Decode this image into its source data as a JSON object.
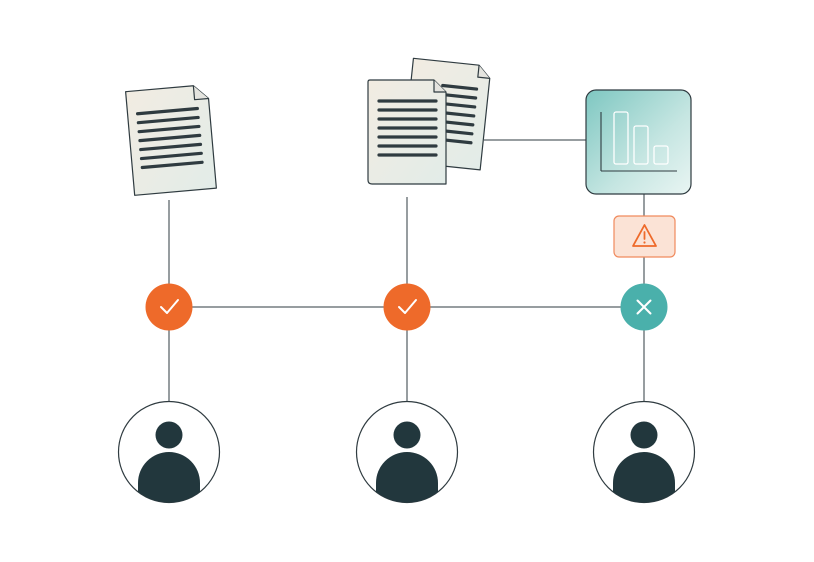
{
  "colors": {
    "line": "#2f3b40",
    "dark": "#22373d",
    "orange": "#ee6a2a",
    "teal": "#4ab0ab",
    "warning_fill": "#fbe3d6",
    "warning_stroke": "#f08a5d",
    "doc_fill": "#e8ece6",
    "chart_fill": "#8fcfc9"
  },
  "columns": [
    {
      "artifact": "single-document-icon",
      "status": "approved",
      "status_icon": "checkmark-icon",
      "status_color": "#ee6a2a",
      "user_icon": "user-avatar-icon"
    },
    {
      "artifact": "stacked-documents-icon",
      "status": "approved",
      "status_icon": "checkmark-icon",
      "status_color": "#ee6a2a",
      "user_icon": "user-avatar-icon"
    },
    {
      "artifact": "bar-chart-icon",
      "status": "rejected",
      "status_icon": "cross-icon",
      "status_color": "#4ab0ab",
      "user_icon": "user-avatar-icon",
      "alert_icon": "warning-triangle-icon"
    }
  ]
}
